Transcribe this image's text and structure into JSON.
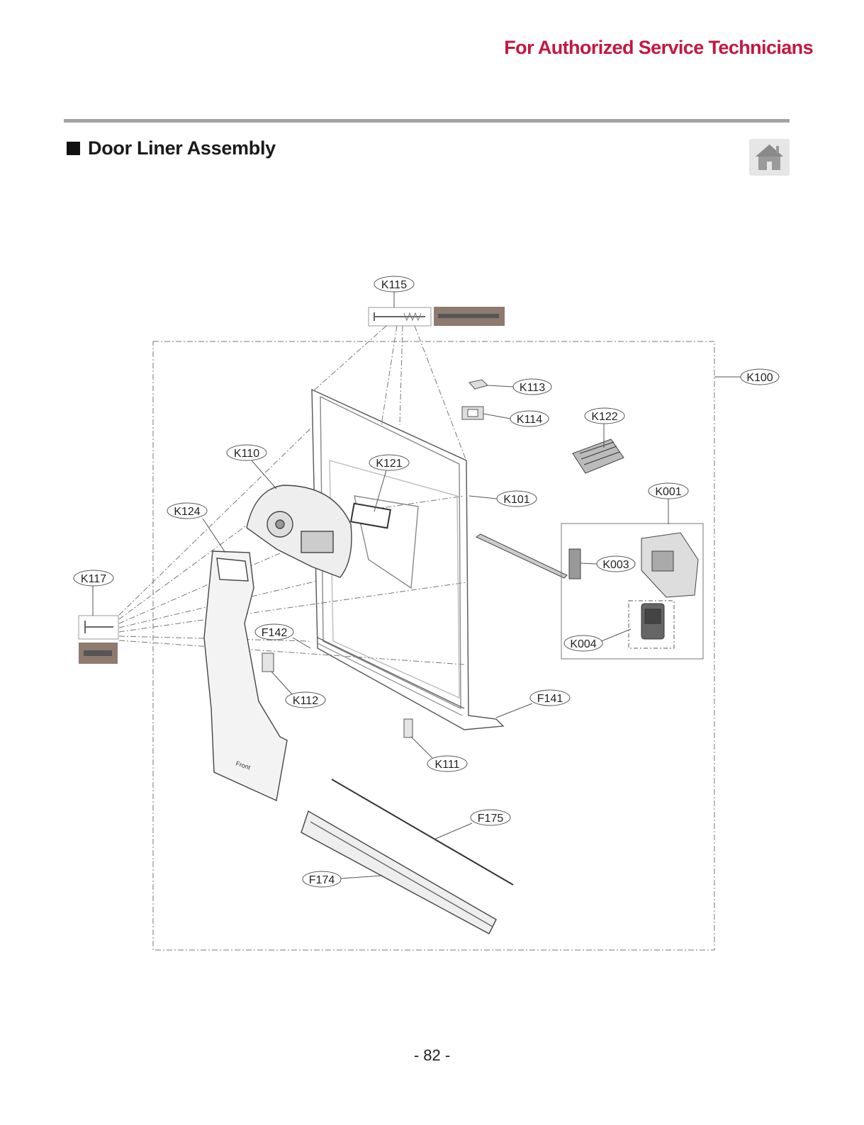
{
  "header": {
    "note": "For Authorized Service Technicians",
    "accent_color": "#c4173f"
  },
  "section": {
    "title": "Door Liner Assembly",
    "bullet_icon": "square-bullet-icon",
    "home_icon": "home-icon"
  },
  "diagram": {
    "callouts": [
      {
        "id": "K115",
        "label": "K115"
      },
      {
        "id": "K100",
        "label": "K100"
      },
      {
        "id": "K113",
        "label": "K113"
      },
      {
        "id": "K114",
        "label": "K114"
      },
      {
        "id": "K122",
        "label": "K122"
      },
      {
        "id": "K110",
        "label": "K110"
      },
      {
        "id": "K121",
        "label": "K121"
      },
      {
        "id": "K101",
        "label": "K101"
      },
      {
        "id": "K001",
        "label": "K001"
      },
      {
        "id": "K124",
        "label": "K124"
      },
      {
        "id": "K003",
        "label": "K003"
      },
      {
        "id": "K117",
        "label": "K117"
      },
      {
        "id": "F142",
        "label": "F142"
      },
      {
        "id": "K004",
        "label": "K004"
      },
      {
        "id": "K112",
        "label": "K112"
      },
      {
        "id": "F141",
        "label": "F141"
      },
      {
        "id": "K111",
        "label": "K111"
      },
      {
        "id": "F175",
        "label": "F175"
      },
      {
        "id": "F174",
        "label": "F174"
      }
    ],
    "front_marking": "Front"
  },
  "footer": {
    "page_number": "- 82 -"
  }
}
